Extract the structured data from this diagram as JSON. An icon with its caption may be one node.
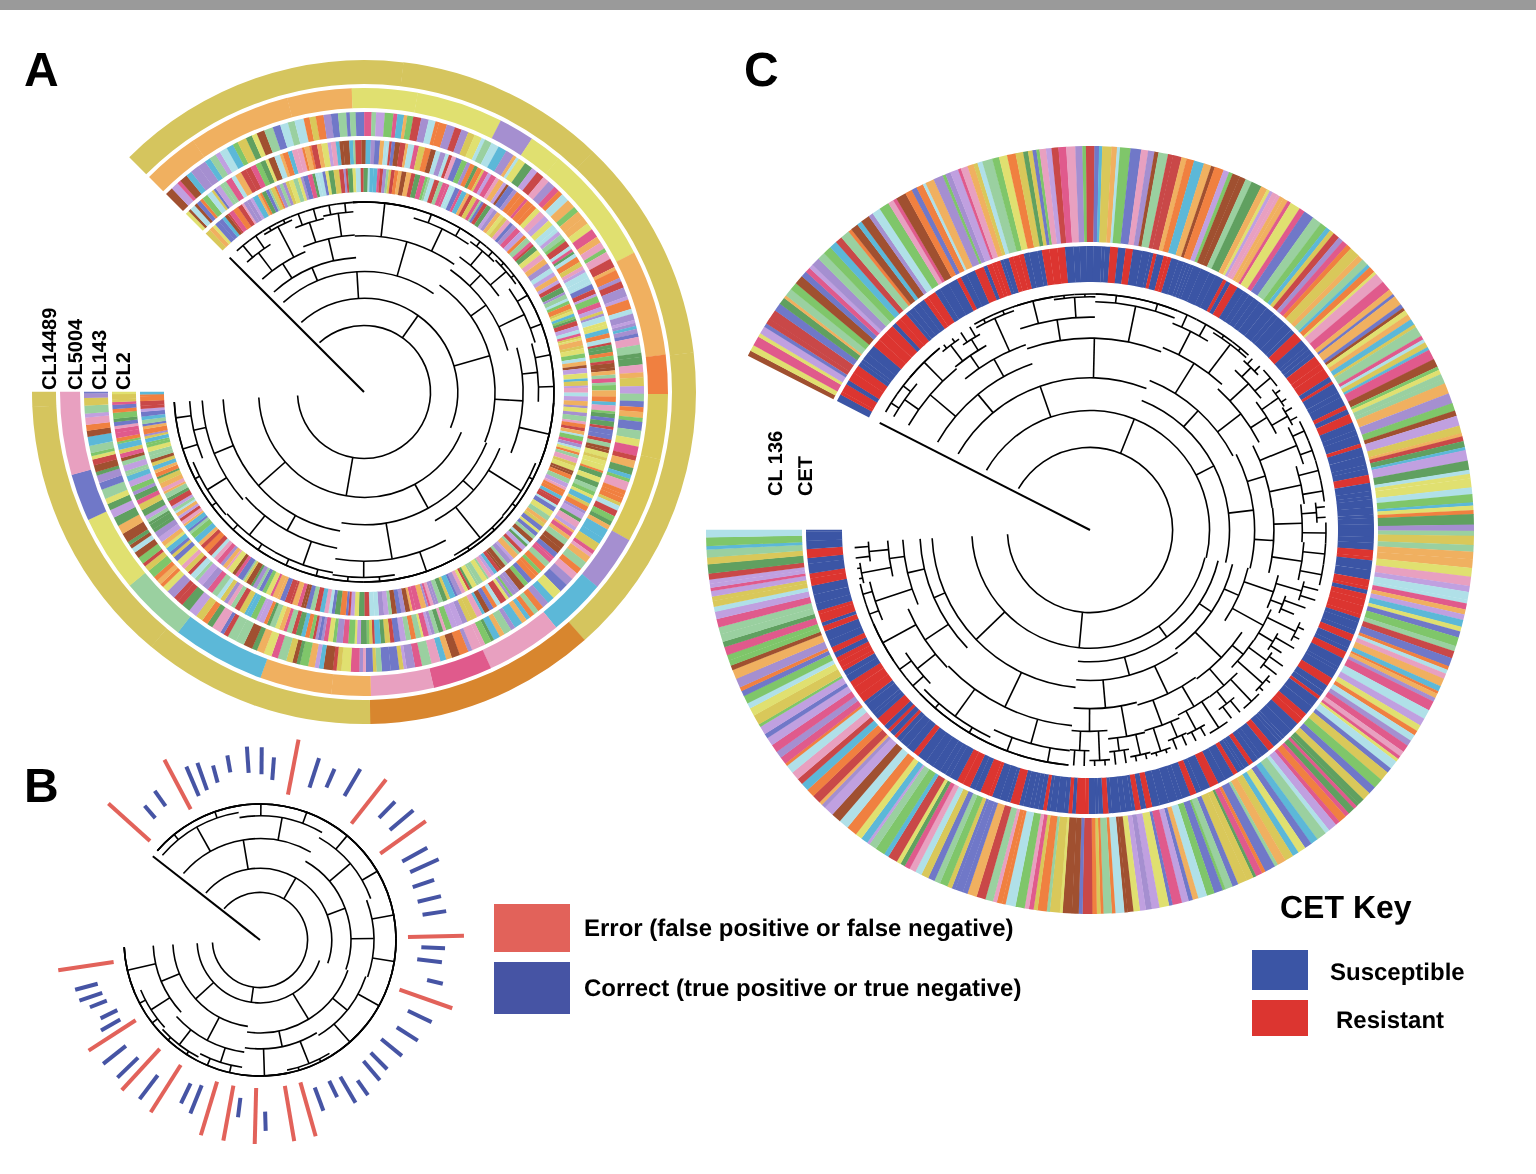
{
  "diagram": {
    "labels": [
      "A",
      "C",
      "CL14489",
      "CL5004",
      "CL143",
      "CL2",
      "CL 136",
      "CET",
      "B",
      "CET Key"
    ],
    "legend": [
      {
        "text": "Error (false positive or false negative)",
        "color": "#e2625a"
      },
      {
        "text": "Correct (true positive or true negative)",
        "color": "#4654a4"
      },
      {
        "text": "Susceptible",
        "color": "#3b55a5"
      },
      {
        "text": "Resistant",
        "color": "#dc3530"
      }
    ]
  }
}
